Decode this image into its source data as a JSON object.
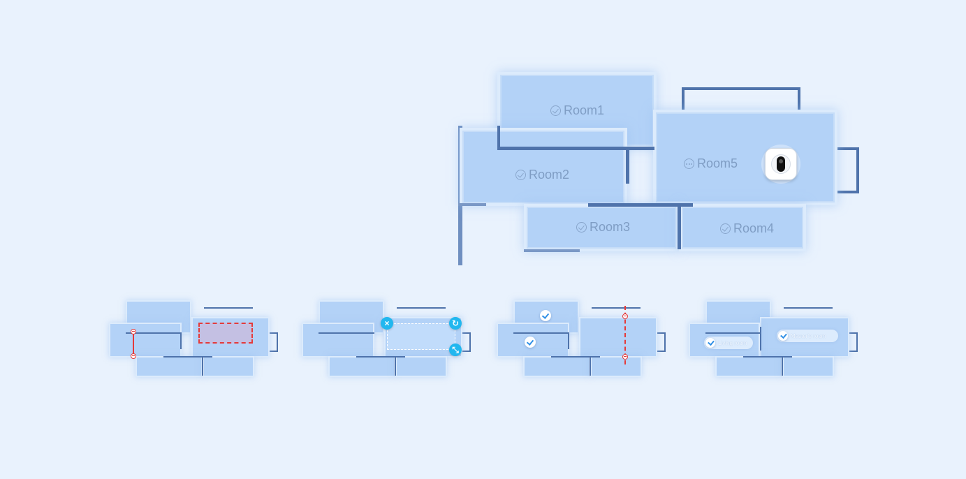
{
  "main_map": {
    "rooms": [
      {
        "id": "room1",
        "label": "Room1",
        "status_icon": "check-circle-icon"
      },
      {
        "id": "room2",
        "label": "Room2",
        "status_icon": "check-circle-icon"
      },
      {
        "id": "room3",
        "label": "Room3",
        "status_icon": "check-circle-icon"
      },
      {
        "id": "room4",
        "label": "Room4",
        "status_icon": "check-circle-icon"
      },
      {
        "id": "room5",
        "label": "Room5",
        "status_icon": "more-circle-icon"
      }
    ],
    "robot_icon": "robot-vacuum-icon"
  },
  "mini_maps": [
    {
      "feature": "divide-room",
      "icons": [
        "split-line",
        "no-go-zone"
      ]
    },
    {
      "feature": "zone-edit",
      "controls": {
        "delete": "×",
        "rotate": "↻",
        "resize": "⤡"
      }
    },
    {
      "feature": "merge-split",
      "icons": [
        "check-badge-icon",
        "split-line"
      ]
    },
    {
      "feature": "rename-rooms",
      "labels": [
        "Living room",
        "Master's room"
      ]
    }
  ],
  "colors": {
    "background": "#e9f2fd",
    "room_fill": "#b3d2f7",
    "wall": "#4f73ab",
    "accent_red": "#e43a3a",
    "accent_cyan": "#21b7ef",
    "label": "#7f9dc4"
  }
}
